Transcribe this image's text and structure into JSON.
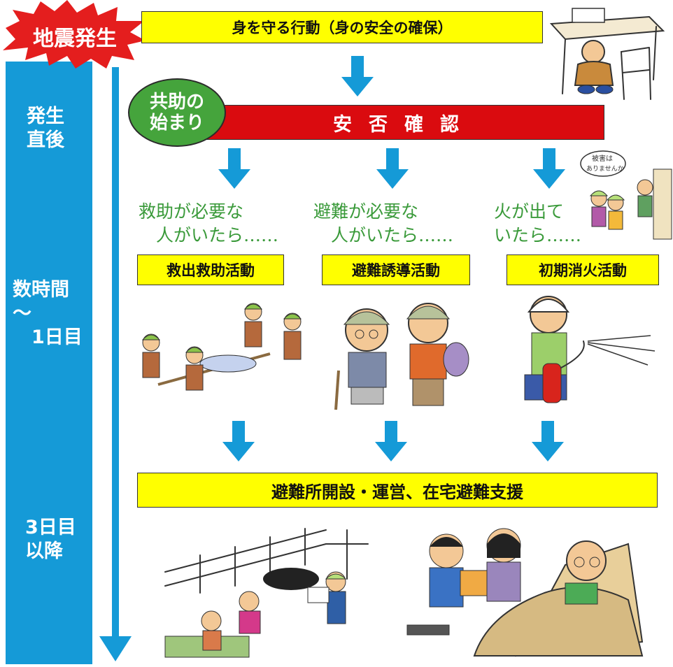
{
  "event": {
    "label": "地震発生"
  },
  "timeline": {
    "phases": [
      {
        "label": "発生\n直後"
      },
      {
        "label": "数時間\n〜\n　1日目"
      },
      {
        "label": "3日目\n以降"
      }
    ]
  },
  "steps": {
    "protect": "身を守る行動（身の安全の確保）",
    "safety_check": "安否確認",
    "mutual_aid": "共助の\n始まり",
    "branches": [
      {
        "condition": "救助が必要な\n　人がいたら……",
        "action": "救出救助活動"
      },
      {
        "condition": "避難が必要な\n　人がいたら……",
        "action": "避難誘導活動"
      },
      {
        "condition": "火が出て\nいたら……",
        "action": "初期消火活動"
      }
    ],
    "shelter": "避難所開設・運営、在宅避難支援"
  },
  "illustrations": {
    "speech_bubble": "被害は\nありませんか"
  },
  "colors": {
    "timeline_blue": "#159ad7",
    "bar_yellow": "#ffff00",
    "bar_red": "#da0b0f",
    "circle_green": "#45a43c",
    "burst_red": "#e41e1e",
    "condition_green": "#3a9a3a"
  }
}
